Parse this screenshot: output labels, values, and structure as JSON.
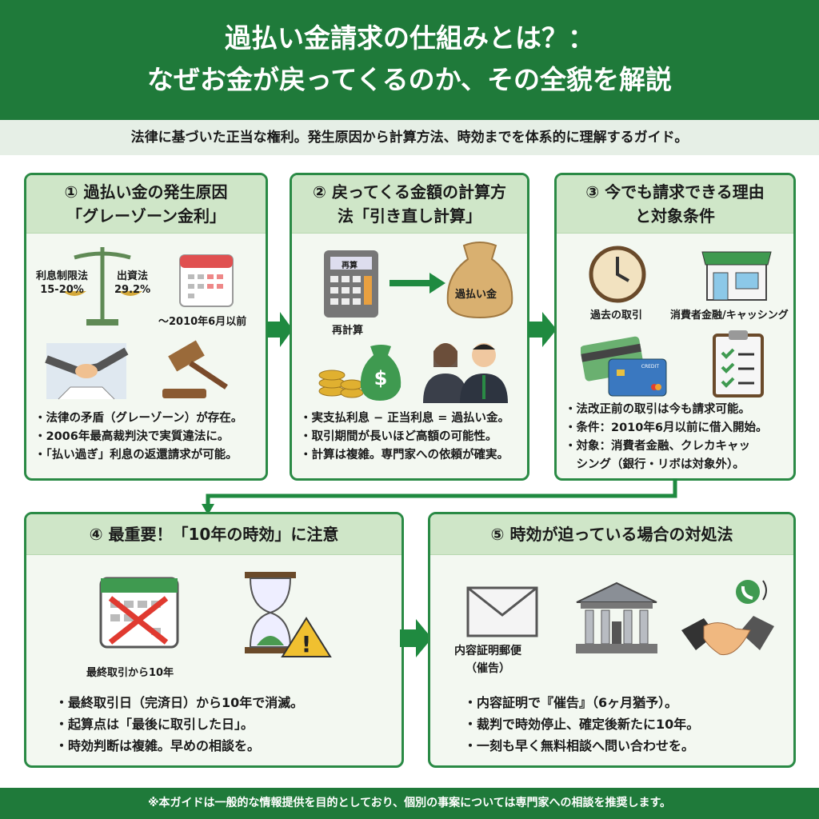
{
  "header": {
    "title_line1": "過払い金請求の仕組みとは？：",
    "title_line2": "なぜお金が戻ってくるのか、その全貌を解説"
  },
  "subtitle": "法律に基づいた正当な権利。発生原因から計算方法、時効までを体系的に理解するガイド。",
  "cards": [
    {
      "title": "① 過払い金の発生原因「グレーゾーン金利」",
      "labels": {
        "left_law": "利息制限法",
        "left_rate": "15-20%",
        "right_law": "出資法",
        "right_rate": "29.2%",
        "date": "〜2010年6月以前"
      },
      "bullets": [
        "・法律の矛盾（グレーゾーン）が存在。",
        "・2006年最高裁判決で実質違法に。",
        "・「払い過ぎ」利息の返還請求が可能。"
      ]
    },
    {
      "title": "② 戻ってくる金額の計算方法「引き直し計算」",
      "labels": {
        "calc_screen": "再算",
        "calc": "再計算",
        "bag": "過払い金",
        "dollar": "$"
      },
      "bullets": [
        "・実支払利息 − 正当利息 = 過払い金。",
        "・取引期間が長いほど高額の可能性。",
        "・計算は複雑。専門家への依頼が確実。"
      ]
    },
    {
      "title": "③ 今でも請求できる理由と対象条件",
      "labels": {
        "clock": "過去の取引",
        "shop": "消費者金融/キャッシング",
        "card_text": "CREDIT"
      },
      "bullets": [
        "・法改正前の取引は今も請求可能。",
        "・条件：2010年6月以前に借入開始。",
        "・対象：消費者金融、クレカキャッ",
        "　シング（銀行・リボは対象外）。"
      ]
    },
    {
      "title": "④ 最重要！「10年の時効」に注意",
      "labels": {
        "calendar": "最終取引から10年"
      },
      "bullets": [
        "・最終取引日（完済日）から10年で消滅。",
        "・起算点は「最後に取引した日」。",
        "・時効判断は複雑。早めの相談を。"
      ]
    },
    {
      "title": "⑤ 時効が迫っている場合の対処法",
      "labels": {
        "mail": "内容証明郵便",
        "mail2": "（催告）"
      },
      "bullets": [
        "・内容証明で『催告』（6ヶ月猶予）。",
        "・裁判で時効停止、確定後新たに10年。",
        "・一刻も早く無料相談へ問い合わせを。"
      ]
    }
  ],
  "footer": "※本ガイドは一般的な情報提供を目的としており、個別の事案については専門家への相談を推奨します。",
  "colors": {
    "primary": "#1f7a3a",
    "header_bg": "#cfe6c8",
    "card_bg": "#f3f8f1"
  }
}
